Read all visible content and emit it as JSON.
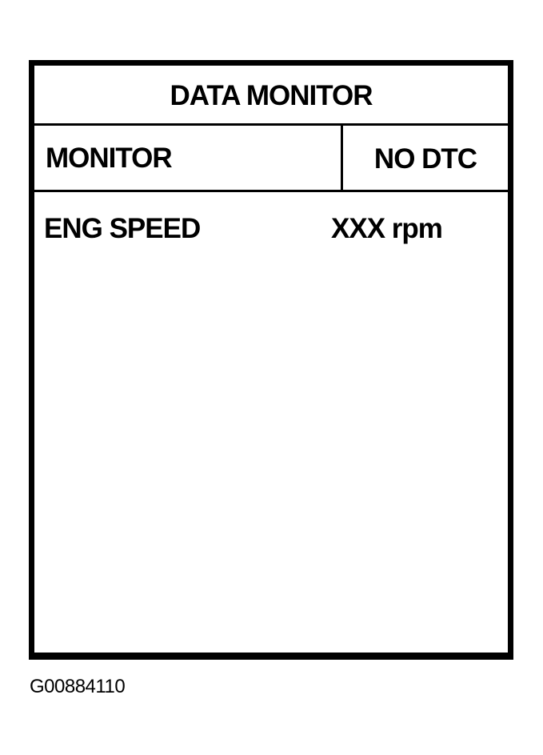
{
  "screen": {
    "title": "DATA MONITOR",
    "header": {
      "left": "MONITOR",
      "right": "NO DTC"
    },
    "rows": [
      {
        "label": "ENG SPEED",
        "value": "XXX rpm"
      }
    ]
  },
  "caption": "G00884110"
}
